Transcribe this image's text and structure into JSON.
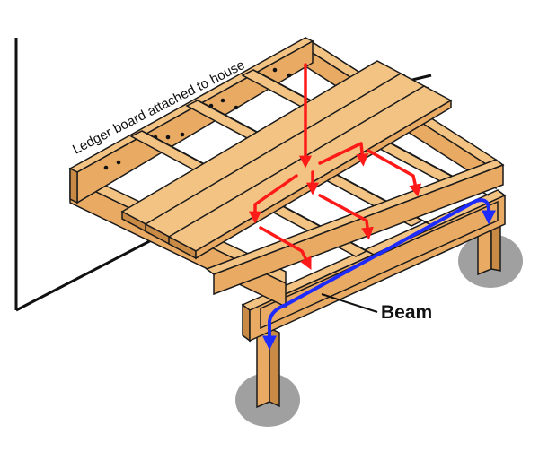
{
  "labels": {
    "ledger": "Ledger board attached to house",
    "beam": "Beam"
  },
  "colors": {
    "wood": "#E9AA63",
    "wood_light": "#F3C384",
    "wood_dark": "#C98A45",
    "outline": "#1A1A1A",
    "shadow": "#A0A0A0",
    "load_arrow": "#FF1A1A",
    "beam_arrow": "#1E2BFF"
  },
  "icons": {
    "load_path": "red-load-arrows",
    "beam_path": "blue-load-arrow"
  }
}
